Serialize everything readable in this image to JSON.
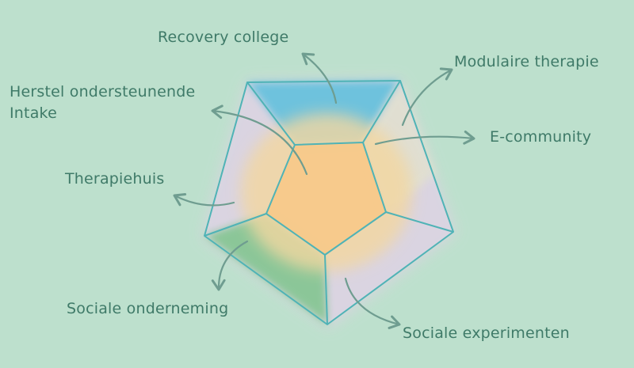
{
  "labels": {
    "recovery_college": "Recovery college",
    "modulaire_therapie": "Modulaire therapie",
    "herstel_line1": "Herstel ondersteunende",
    "herstel_line2": "Intake",
    "e_community": "E-community",
    "therapiehuis": "Therapiehuis",
    "sociale_onderneming": "Sociale onderneming",
    "sociale_experimenten": "Sociale experimenten"
  },
  "colors": {
    "background": "#bde0cd",
    "text": "#3f7a68",
    "outline": "#4fb3b6",
    "arrow": "#6f9d90",
    "top_face": "#5cc0dd",
    "center_face": "#f7c98a",
    "left_face_green": "#7ec48c",
    "side_faces": "#dcd3e2",
    "halo": "#f3d7a0"
  }
}
